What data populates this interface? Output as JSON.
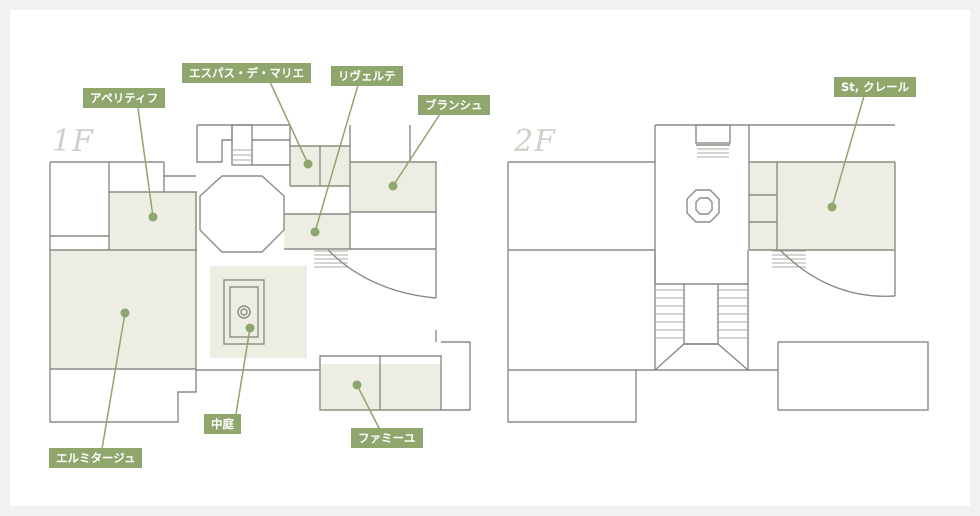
{
  "floors": {
    "first": {
      "label": "1F"
    },
    "second": {
      "label": "2F"
    }
  },
  "rooms": {
    "aperitif": "アペリティフ",
    "espace_de_marie": "エスパス・デ・マリエ",
    "rive_gauche": "リヴェルテ",
    "blanche": "ブランシュ",
    "hermitage": "エルミタージュ",
    "courtyard": "中庭",
    "famille": "ファミーユ",
    "st_claire": "St, クレール"
  },
  "colors": {
    "accent": "#8fa66d",
    "room_fill": "#ededE4",
    "wall": "#8c8c84"
  }
}
